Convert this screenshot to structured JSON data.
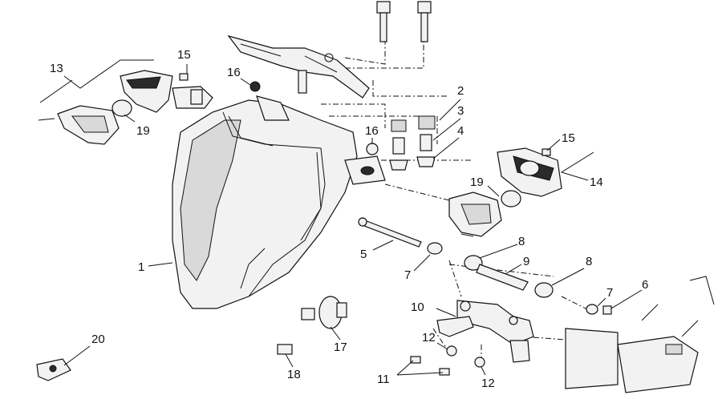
{
  "callouts": [
    {
      "id": "c1",
      "text": "1"
    },
    {
      "id": "c2",
      "text": "2"
    },
    {
      "id": "c3",
      "text": "3"
    },
    {
      "id": "c4",
      "text": "4"
    },
    {
      "id": "c5",
      "text": "5"
    },
    {
      "id": "c6",
      "text": "6"
    },
    {
      "id": "c7a",
      "text": "7"
    },
    {
      "id": "c7b",
      "text": "7"
    },
    {
      "id": "c8a",
      "text": "8"
    },
    {
      "id": "c8b",
      "text": "8"
    },
    {
      "id": "c9",
      "text": "9"
    },
    {
      "id": "c10",
      "text": "10"
    },
    {
      "id": "c11",
      "text": "11"
    },
    {
      "id": "c12a",
      "text": "12"
    },
    {
      "id": "c12b",
      "text": "12"
    },
    {
      "id": "c13",
      "text": "13"
    },
    {
      "id": "c14",
      "text": "14"
    },
    {
      "id": "c15a",
      "text": "15"
    },
    {
      "id": "c15b",
      "text": "15"
    },
    {
      "id": "c16a",
      "text": "16"
    },
    {
      "id": "c16b",
      "text": "16"
    },
    {
      "id": "c17",
      "text": "17"
    },
    {
      "id": "c18",
      "text": "18"
    },
    {
      "id": "c19a",
      "text": "19"
    },
    {
      "id": "c19b",
      "text": "19"
    },
    {
      "id": "c20",
      "text": "20"
    }
  ],
  "colors": {
    "line": "#111111",
    "background": "#ffffff"
  }
}
